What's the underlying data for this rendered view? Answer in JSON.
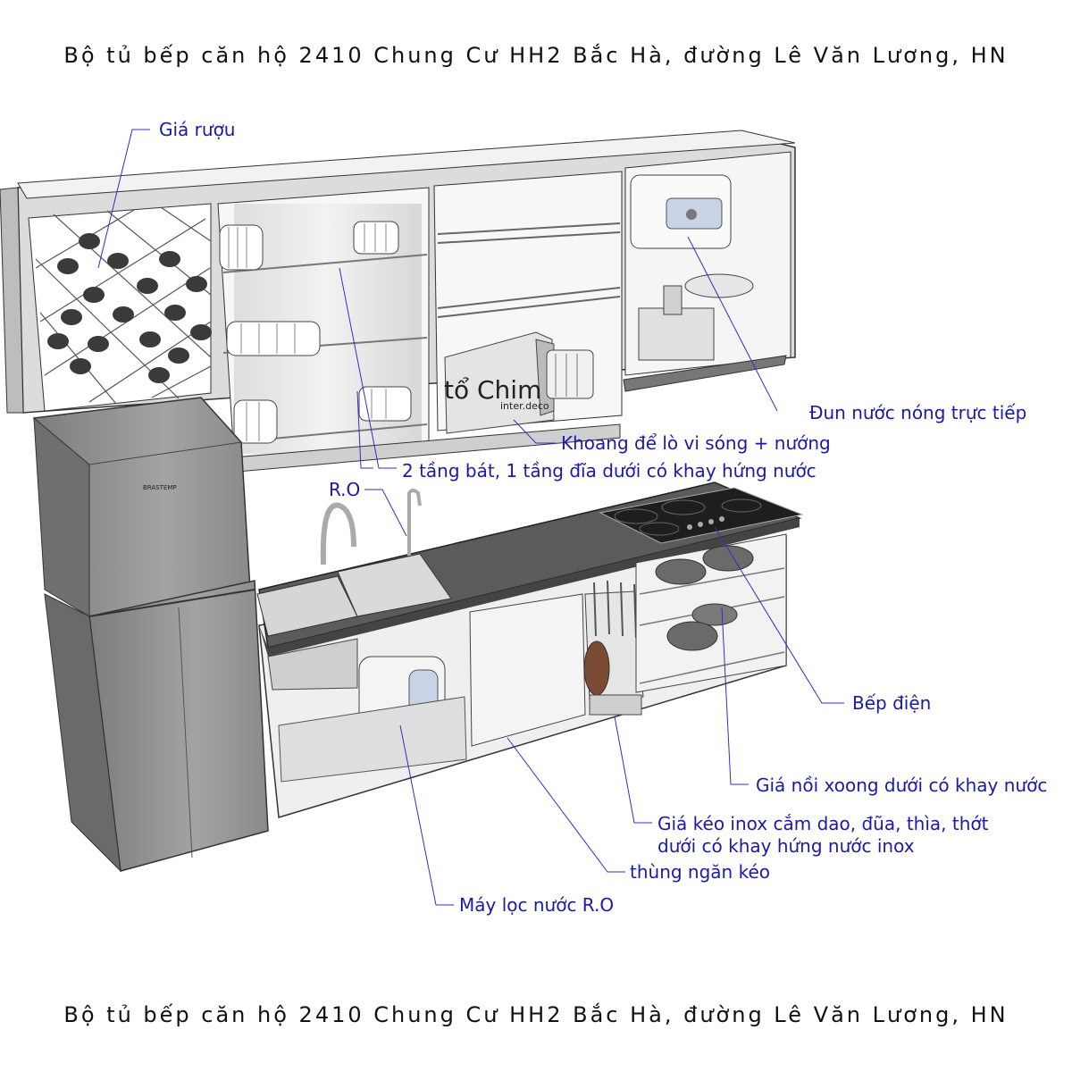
{
  "title": "Bộ tủ bếp căn hộ 2410 Chung Cư HH2 Bắc Hà, đường Lê Văn Lương, HN",
  "title_bottom": "Bộ tủ bếp căn hộ 2410 Chung Cư HH2 Bắc Hà, đường Lê Văn Lương, HN",
  "watermark": {
    "brand": "tổ Chim",
    "sub": "inter.deco"
  },
  "fridge_brand": "BRASTEMP",
  "labels": {
    "wine_rack": "Giá rượu",
    "water_heater": "Đun nước nóng trực tiếp",
    "microwave_bay": "Khoang để lò vi sóng + nướng",
    "dish_rack": "2 tầng bát, 1 tầng đĩa dưới có khay hứng nước",
    "ro": "R.O",
    "cooktop": "Bếp điện",
    "pot_rack": "Giá nồi xoong dưới có khay nước",
    "knife_rack_1": "Giá kéo inox cắm dao, đũa, thìa, thớt",
    "knife_rack_2": "dưới có khay hứng nước inox",
    "drawer": "thùng ngăn kéo",
    "ro_filter": "Máy lọc nước R.O"
  },
  "colors": {
    "label": "#1a1aa8",
    "leader": "#2f2fc8",
    "cabinet": "#e9e9e9",
    "counter": "#555555",
    "fridge": "#8c8c8c"
  }
}
